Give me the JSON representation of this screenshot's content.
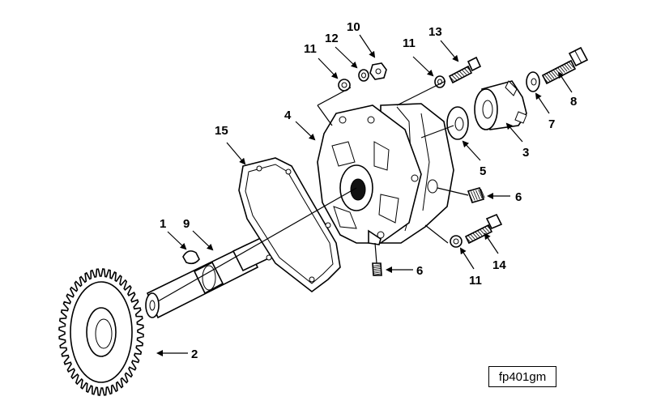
{
  "figure_id": "fp401gm",
  "callouts": {
    "c1": "1",
    "c2": "2",
    "c3": "3",
    "c4": "4",
    "c5": "5",
    "c6a": "6",
    "c6b": "6",
    "c7": "7",
    "c8": "8",
    "c9": "9",
    "c10": "10",
    "c11a": "11",
    "c11b": "11",
    "c11c": "11",
    "c12": "12",
    "c13": "13",
    "c14": "14",
    "c15": "15"
  },
  "colors": {
    "ink": "#000000",
    "paper": "#ffffff"
  }
}
